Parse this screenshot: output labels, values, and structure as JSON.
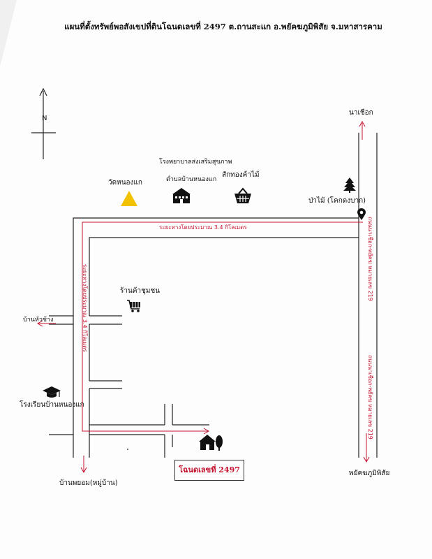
{
  "title": "แผนที่ตั้งทรัพย์พอสังเขปที่ดินโฉนดเลขที่ 2497 ต.ถานสะแก อ.พยัคฆภูมิพิสัย จ.มหาสารคาม",
  "north": "N",
  "places": {
    "na_chueak": "นาเชือก",
    "hospital": "โรงพยาบาลส่งเสริมสุขภาพ",
    "hospital_sub": "ตำบลบ้านหนองแก",
    "temple": "วัดหนองแก",
    "shop": "สักทองค้าไม้",
    "forest": "ป่าไม้ (โคกดงบาก)",
    "community_store": "ร้านค้าชุมชน",
    "ban_hua_chang": "บ้านหัวช้าง",
    "school": "โรงเรียนบ้านหนองแก",
    "ban_phayom": "บ้านพยอม(หมู่บ้าน)",
    "phayakkhaphum": "พยัคฆภูมิพิสัย",
    "deed": "โฉนดเลขที่ 2497"
  },
  "route_labels": {
    "top_distance": "ระยะทางโดยประมาณ 3.4 กิโลเมตร",
    "left_distance": "ระยะทางโดยประมาณ 3.4 กิโลเมตร",
    "highway_upper": "ถนนนาเชือก-พยัคฆ หมายเลข 219",
    "highway_lower": "ถนนนาเชือก-พยัคฆ หมายเลข 219"
  },
  "colors": {
    "route": "#c4122f",
    "road": "#222222",
    "marker": "#f2c200"
  }
}
